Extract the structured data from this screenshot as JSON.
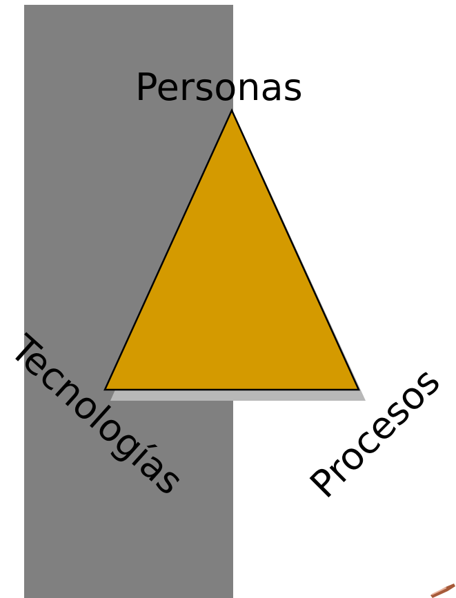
{
  "diagram": {
    "vertices": {
      "top": "Personas",
      "left": "Tecnologías",
      "right": "Procesos"
    },
    "colors": {
      "background_band": "#808080",
      "triangle_fill": "#D49A00",
      "triangle_shadow": "#B8B8B8",
      "triangle_stroke": "#000000",
      "label_text": "#000000"
    },
    "corner_decoration": "pen-icon"
  }
}
